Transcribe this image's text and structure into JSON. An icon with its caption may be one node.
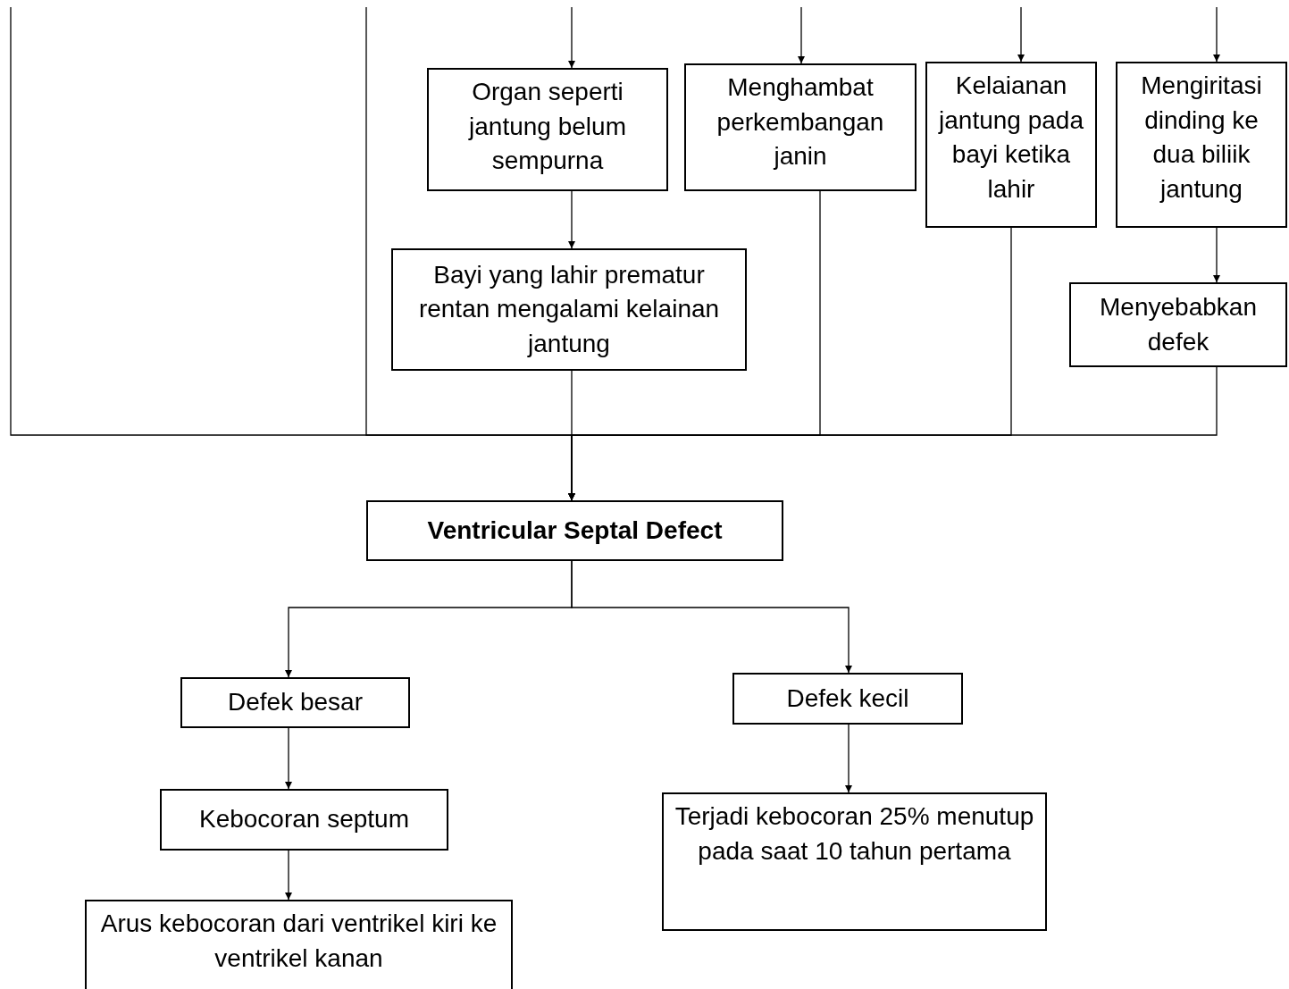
{
  "diagram": {
    "nodes": [
      {
        "text": [
          "Organ seperti jantung belum sempurna"
        ]
      },
      {
        "text": [
          "Menghambat perkembangan janin"
        ]
      },
      {
        "text": [
          "Kelaianan jantung pada bayi ketika lahir"
        ]
      },
      {
        "text": [
          "Mengiritasi dinding ke dua biliik jantung"
        ]
      },
      {
        "text": [
          "Bayi yang lahir prematur rentan mengalami kelainan jantung"
        ]
      },
      {
        "text": [
          "Menyebabkan defek"
        ]
      },
      {
        "text": [
          "Ventricular Septal Defect"
        ]
      },
      {
        "text": [
          "Defek besar"
        ]
      },
      {
        "text": [
          "Defek kecil"
        ]
      },
      {
        "text": [
          "Kebocoran septum"
        ]
      },
      {
        "text": [
          "Terjadi kebocoran 25% menutup pada saat 10 tahun pertama"
        ]
      },
      {
        "text": [
          "Arus kebocoran dari ventrikel kiri ke ventrikel kanan"
        ]
      }
    ],
    "edges": [
      {
        "from": null,
        "to": 0,
        "arrow": "to"
      },
      {
        "from": null,
        "to": 1,
        "arrow": "to"
      },
      {
        "from": null,
        "to": 2,
        "arrow": "to"
      },
      {
        "from": null,
        "to": 3,
        "arrow": "to"
      },
      {
        "from": 0,
        "to": 4,
        "arrow": "to"
      },
      {
        "from": 3,
        "to": 5,
        "arrow": "to"
      },
      {
        "from": null,
        "to": 6,
        "arrow": "to"
      },
      {
        "from": null,
        "to": 6,
        "arrow": "to"
      },
      {
        "from": 4,
        "to": 6,
        "arrow": "to"
      },
      {
        "from": 1,
        "to": 6,
        "arrow": "to"
      },
      {
        "from": 2,
        "to": 6,
        "arrow": "to"
      },
      {
        "from": 5,
        "to": 6,
        "arrow": "to"
      },
      {
        "from": 6,
        "to": 7,
        "arrow": "to"
      },
      {
        "from": 6,
        "to": 8,
        "arrow": "to"
      },
      {
        "from": 7,
        "to": 9,
        "arrow": "to"
      },
      {
        "from": 9,
        "to": 11,
        "arrow": "to"
      },
      {
        "from": 8,
        "to": 10,
        "arrow": "to"
      }
    ]
  }
}
